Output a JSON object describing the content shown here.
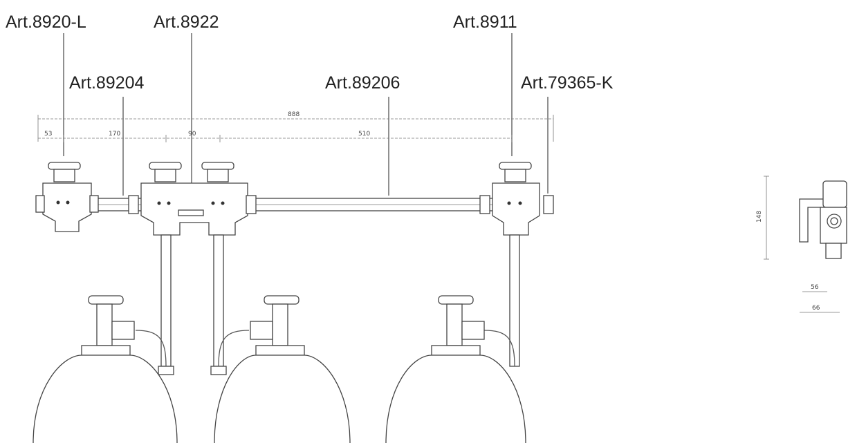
{
  "labels": {
    "art_8920_l": "Art.8920-L",
    "art_8922": "Art.8922",
    "art_89204": "Art.89204",
    "art_89206": "Art.89206",
    "art_8911": "Art.8911",
    "art_79365_k": "Art.79365-K"
  },
  "dimensions": {
    "overall": "888",
    "d53": "53",
    "d170": "170",
    "d90": "90",
    "d510": "510",
    "side_height": "148",
    "side_w1": "56",
    "side_w2": "66"
  }
}
